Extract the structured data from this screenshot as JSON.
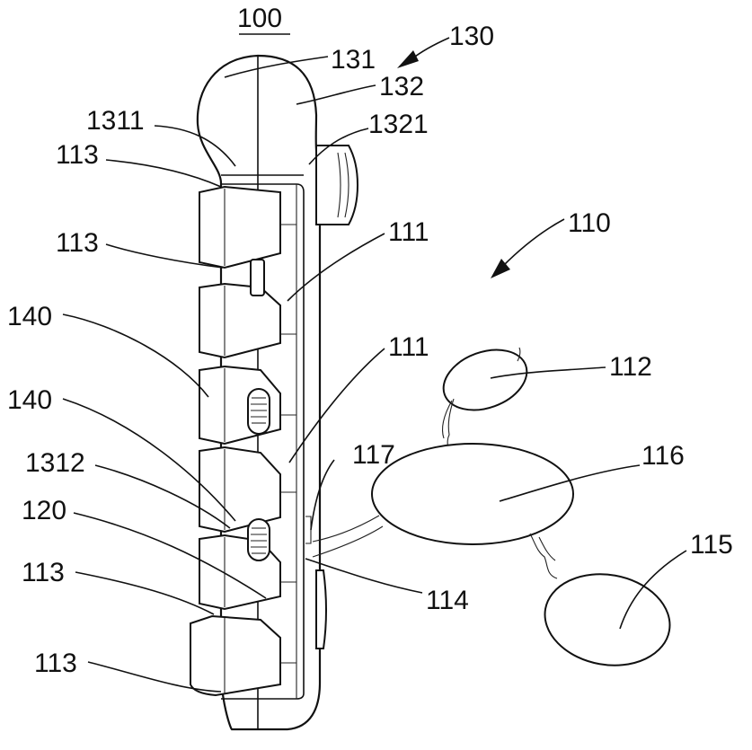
{
  "figure": {
    "title": "100",
    "labels": {
      "l130": "130",
      "l131": "131",
      "l132": "132",
      "l1311": "1311",
      "l1321": "1321",
      "l113a": "113",
      "l113b": "113",
      "l113c": "113",
      "l113d": "113",
      "l110": "110",
      "l111a": "111",
      "l111b": "111",
      "l140a": "140",
      "l140b": "140",
      "l112": "112",
      "l1312": "1312",
      "l117": "117",
      "l116": "116",
      "l120": "120",
      "l115": "115",
      "l114": "114"
    }
  }
}
